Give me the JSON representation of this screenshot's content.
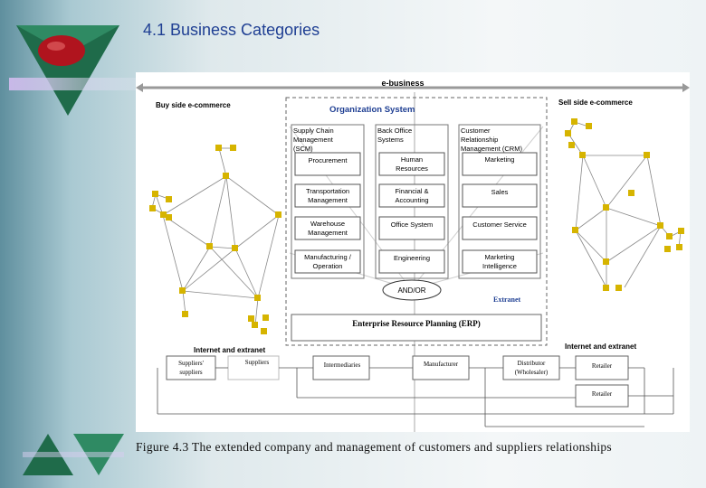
{
  "slide": {
    "title": "4.1 Business Categories",
    "caption": "Figure 4.3 The extended company and management of customers and suppliers relationships"
  },
  "diagram": {
    "e_business": "e-business",
    "buy_side": "Buy side e-commerce",
    "sell_side": "Sell side e-commerce",
    "organization": "Organization System",
    "col_scm": [
      "Supply Chain",
      "Management",
      "(SCM)"
    ],
    "col_backoffice": [
      "Back Office",
      "Systems"
    ],
    "col_crm": [
      "Customer",
      "Relationship",
      "Management  (CRM)"
    ],
    "scm_boxes": [
      [
        "Procurement"
      ],
      [
        "Transportation",
        "Management"
      ],
      [
        "Warehouse",
        "Management"
      ],
      [
        "Manufacturing /",
        "Operation"
      ]
    ],
    "bo_boxes": [
      [
        "Human",
        "Resources"
      ],
      [
        "Financial &",
        "Accounting"
      ],
      [
        "Office System"
      ],
      [
        "Engineering"
      ]
    ],
    "crm_boxes": [
      [
        "Marketing"
      ],
      [
        "Sales"
      ],
      [
        "Customer Service"
      ],
      [
        "Marketing",
        "Intelligence"
      ]
    ],
    "andor": "AND/OR",
    "extranet": "Extranet",
    "erp": "Enterprise Resource Planning (ERP)",
    "internet_left": "Internet and extranet",
    "internet_right": "Internet and extranet",
    "chain": {
      "suppliers2": [
        "Suppliers'",
        "suppliers"
      ],
      "suppliers": "Suppliers",
      "intermediaries": "Intermediaries",
      "manufacturer": "Manufacturer",
      "distributor": [
        "Distributor",
        "(Wholesaler)"
      ],
      "retailer1": "Retailer",
      "retailer2": "Retailer"
    }
  },
  "colors": {
    "title": "#1f3f93",
    "organization_title": "#1f3f93",
    "extranet_label": "#1f3f93",
    "node": "#d6b400",
    "box_border": "#555555"
  }
}
